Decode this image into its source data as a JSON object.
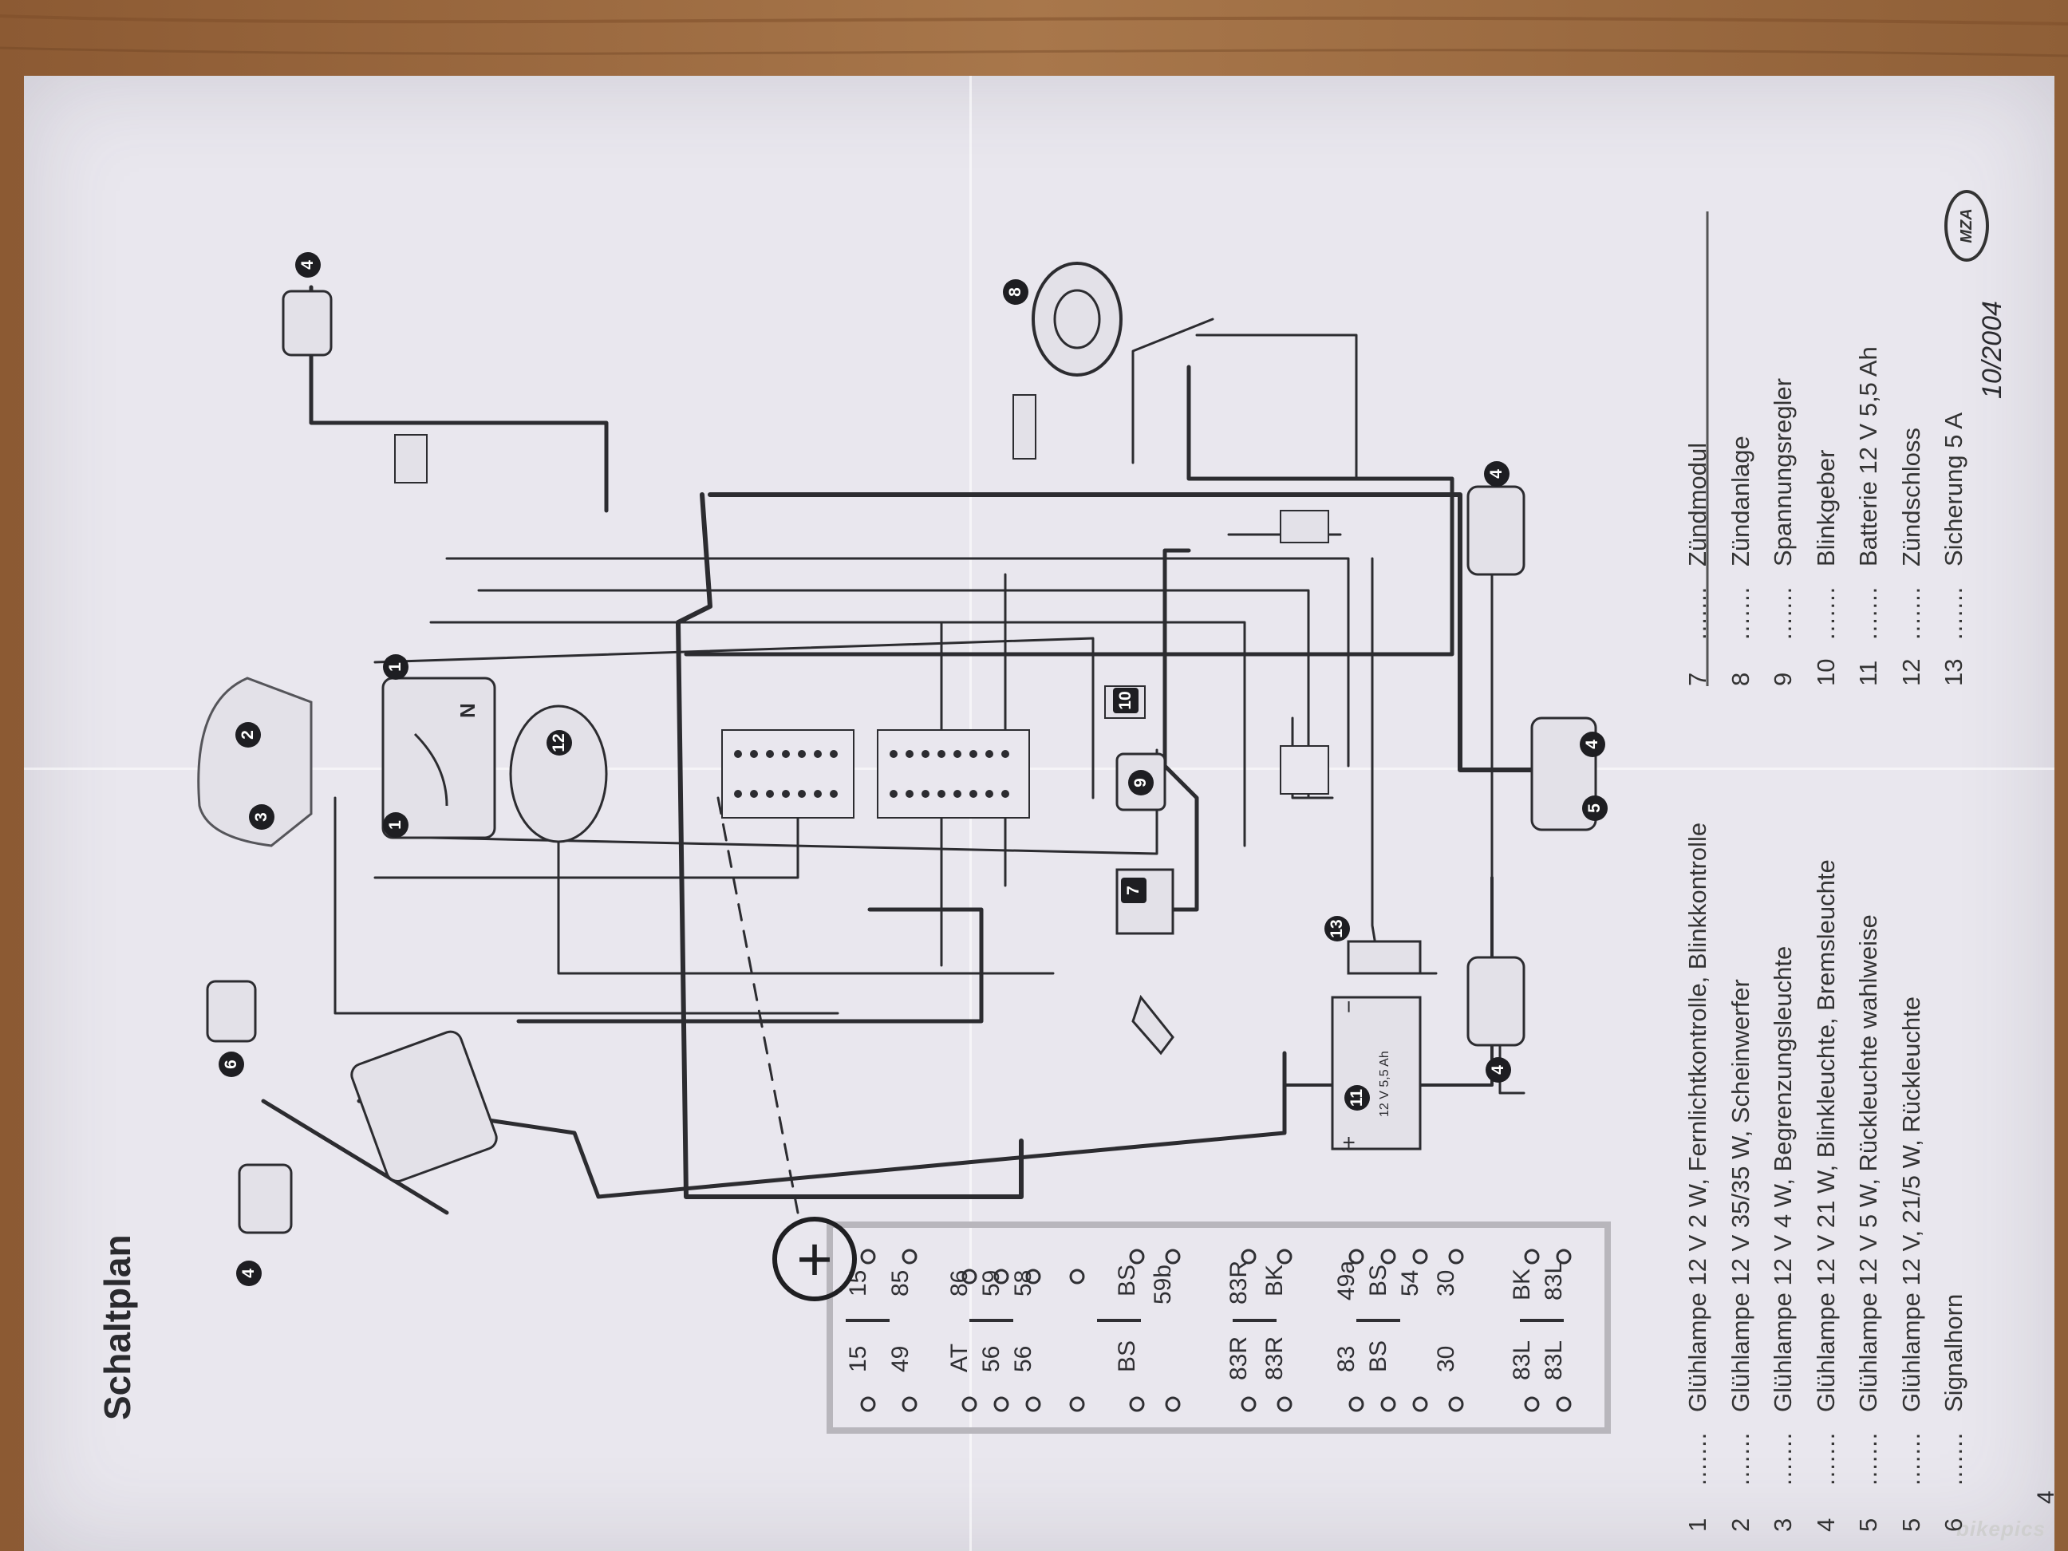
{
  "document": {
    "title": "Schaltplan",
    "date": "10/2004",
    "page_number": "4",
    "brand": "MZA",
    "watermark": "bikepics"
  },
  "legend": [
    {
      "num": "1",
      "text": "Glühlampe 12 V 2 W, Fernlichtkontrolle, Blinkkontrolle"
    },
    {
      "num": "2",
      "text": "Glühlampe 12 V 35/35 W, Scheinwerfer"
    },
    {
      "num": "3",
      "text": "Glühlampe 12 V 4 W, Begrenzungsleuchte"
    },
    {
      "num": "4",
      "text": "Glühlampe 12 V 21 W, Blinkleuchte, Bremsleuchte"
    },
    {
      "num": "5",
      "text": "Glühlampe 12 V 5 W, Rückleuchte wahlweise"
    },
    {
      "num": "5",
      "text": "Glühlampe 12 V,  21/5 W, Rückleuchte"
    },
    {
      "num": "6",
      "text": "Signalhorn"
    },
    {
      "num": "7",
      "text": "Zündmodul"
    },
    {
      "num": "8",
      "text": "Zündanlage"
    },
    {
      "num": "9",
      "text": "Spannungsregler"
    },
    {
      "num": "10",
      "text": "Blinkgeber"
    },
    {
      "num": "11",
      "text": "Batterie 12 V 5,5 Ah"
    },
    {
      "num": "12",
      "text": "Zündschloss"
    },
    {
      "num": "13",
      "text": "Sicherung 5 A"
    }
  ],
  "legend_leader": ".......",
  "callouts": {
    "c1a": "1",
    "c1b": "1",
    "c2": "2",
    "c3": "3",
    "c4a": "4",
    "c4b": "4",
    "c4c": "4",
    "c4d": "4",
    "c4e": "4",
    "c5": "5",
    "c6": "6",
    "c7": "7",
    "c8": "8",
    "c9": "9",
    "c10": "10",
    "c11": "11",
    "c12": "12",
    "c13": "13"
  },
  "battery_label": "12 V 5,5 Ah",
  "battery_plus": "+",
  "battery_minus": "−",
  "switch_panel": {
    "N": "N",
    "plus_symbol": "+",
    "rows": [
      {
        "upper": [
          "15",
          "15"
        ],
        "lower": [
          "49",
          "85"
        ]
      },
      {
        "upper": [
          "AT",
          "86"
        ],
        "mid": [
          "56",
          "59"
        ],
        "lower": [
          "56",
          "58"
        ]
      },
      {
        "upper": [
          "BS",
          "BS"
        ],
        "lower": [
          "59b"
        ]
      },
      {
        "upper": [
          "83R",
          "83R"
        ],
        "lower": [
          "83R",
          "BK"
        ]
      },
      {
        "upper": [
          "83",
          "49a"
        ],
        "mid": [
          "BS",
          "BS"
        ],
        "lower": [
          "54",
          "30",
          "30"
        ]
      },
      {
        "upper": [
          "83L",
          "BK"
        ],
        "lower": [
          "83L",
          "83L"
        ]
      }
    ]
  }
}
